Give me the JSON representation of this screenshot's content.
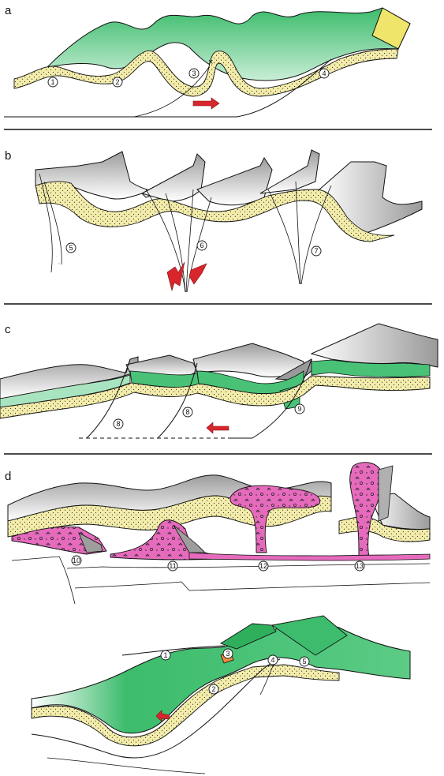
{
  "colors": {
    "green_surface": "#7fd6a5",
    "green_dark": "#2fae5c",
    "yellow_layer": "#f3ecaa",
    "magenta_intrusion": "#e66bbd",
    "grey_face": "#bdbdbd",
    "red_arrow": "#d8262c",
    "orange_block": "#ef8a3c"
  },
  "panels": [
    {
      "letter": "a",
      "labels": [
        "1",
        "2",
        "3",
        "4"
      ]
    },
    {
      "letter": "b",
      "labels": [
        "5",
        "6",
        "7"
      ]
    },
    {
      "letter": "c",
      "labels": [
        "8",
        "8",
        "9"
      ]
    },
    {
      "letter": "d",
      "labels": [
        "10",
        "11",
        "12",
        "13"
      ]
    },
    {
      "letter": "",
      "labels": [
        "1",
        "2",
        "3",
        "4",
        "5"
      ]
    }
  ]
}
